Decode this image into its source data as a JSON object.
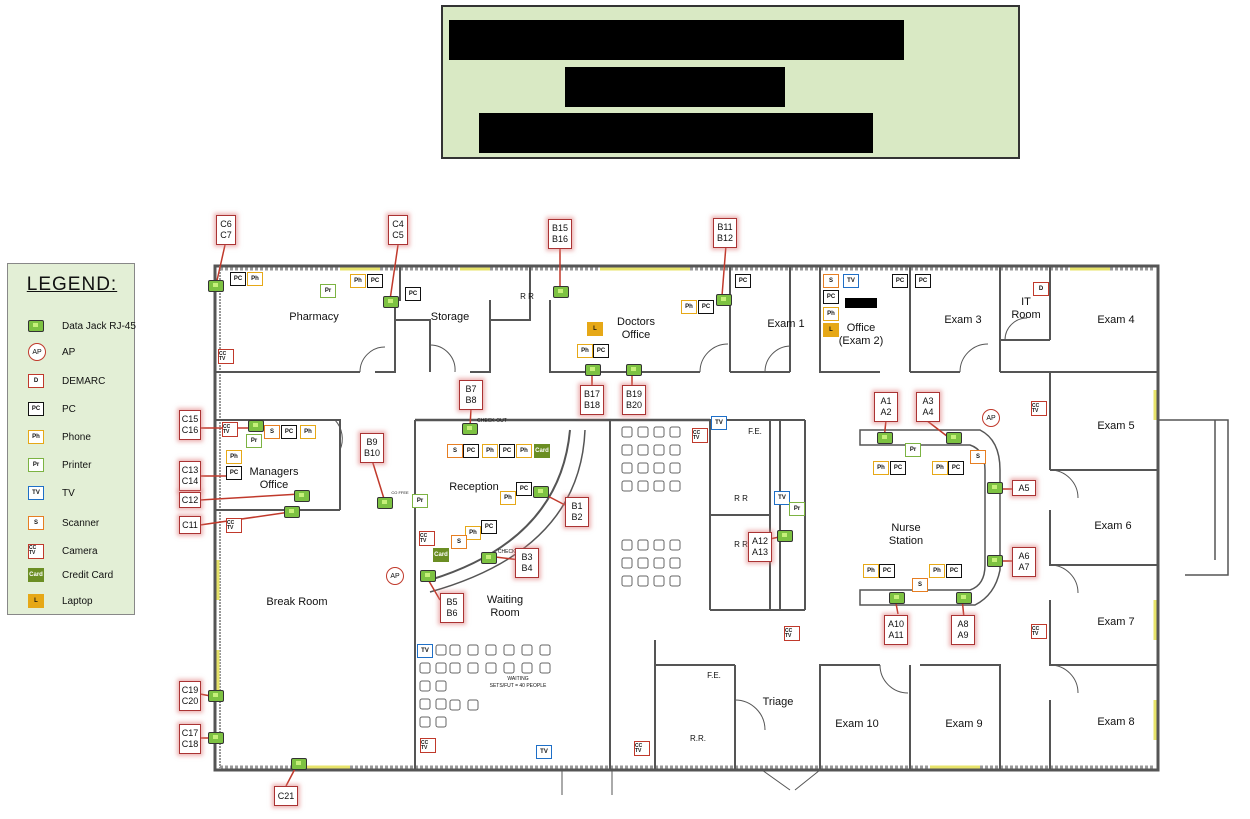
{
  "legend": {
    "title": "LEGEND:",
    "items": [
      {
        "key": "data_jack",
        "symbol": "",
        "text": "Data Jack RJ-45",
        "color": "#7dc242"
      },
      {
        "key": "ap",
        "symbol": "AP",
        "text": "AP",
        "color": "#c0392b"
      },
      {
        "key": "demarc",
        "symbol": "D",
        "text": "DEMARC",
        "color": "#c0392b"
      },
      {
        "key": "pc",
        "symbol": "PC",
        "text": "PC",
        "color": "#111111"
      },
      {
        "key": "phone",
        "symbol": "Ph",
        "text": "Phone",
        "color": "#e6a817"
      },
      {
        "key": "printer",
        "symbol": "Pr",
        "text": "Printer",
        "color": "#7cb342"
      },
      {
        "key": "tv",
        "symbol": "TV",
        "text": "TV",
        "color": "#1e6fc7"
      },
      {
        "key": "scanner",
        "symbol": "S",
        "text": "Scanner",
        "color": "#e67e22"
      },
      {
        "key": "camera",
        "symbol": "CC TV",
        "text": "Camera",
        "color": "#c0392b"
      },
      {
        "key": "credit_card",
        "symbol": "Card",
        "text": "Credit Card",
        "color": "#6b8e23"
      },
      {
        "key": "laptop",
        "symbol": "L",
        "text": "Laptop",
        "color": "#e6a817"
      }
    ]
  },
  "rooms": {
    "pharmacy": "Pharmacy",
    "storage": "Storage",
    "doctors": "Doctors\nOffice",
    "exam1": "Exam 1",
    "office": "Office\n(Exam 2)",
    "exam3": "Exam 3",
    "it": "IT\nRoom",
    "exam4": "Exam 4",
    "exam5": "Exam 5",
    "exam6": "Exam 6",
    "exam7": "Exam 7",
    "exam8": "Exam 8",
    "exam9": "Exam 9",
    "exam10": "Exam 10",
    "triage": "Triage",
    "nurse": "Nurse\nStation",
    "managers": "Managers\nOffice",
    "reception": "Reception",
    "waiting": "Waiting\nRoom",
    "break": "Break Room",
    "rr1": "R R",
    "rr2": "R R",
    "rr3": "R R",
    "rr4": "R.R.",
    "fe1": "F.E.",
    "fe2": "F.E.",
    "checkout": "CHECK-OUT",
    "checkin": "CHECK-IN",
    "waiting_sign": "WAITING\nSETS/FUT = 40 PEOPLE",
    "coffee": "CO FFEE"
  },
  "jack_labels": {
    "c6c7": "C6\nC7",
    "c4c5": "C4\nC5",
    "b15b16": "B15\nB16",
    "b11b12": "B11\nB12",
    "c15c16": "C15\nC16",
    "c13c14": "C13\nC14",
    "c12": "C12",
    "c11": "C11",
    "b9b10": "B9\nB10",
    "b7b8": "B7\nB8",
    "b17b18": "B17\nB18",
    "b19b20": "B19\nB20",
    "b1b2": "B1\nB2",
    "b3b4": "B3\nB4",
    "b5b6": "B5\nB6",
    "a12a13": "A12\nA13",
    "a1a2": "A1\nA2",
    "a3a4": "A3\nA4",
    "a5": "A5",
    "a6a7": "A6\nA7",
    "a8a9": "A8\nA9",
    "a10a11": "A10\nA11",
    "c19c20": "C19\nC20",
    "c17c18": "C17\nC18",
    "c21": "C21"
  },
  "colors": {
    "wall": "#555555",
    "title_bg": "#d9e9c4",
    "legend_bg": "#e3efd6"
  }
}
